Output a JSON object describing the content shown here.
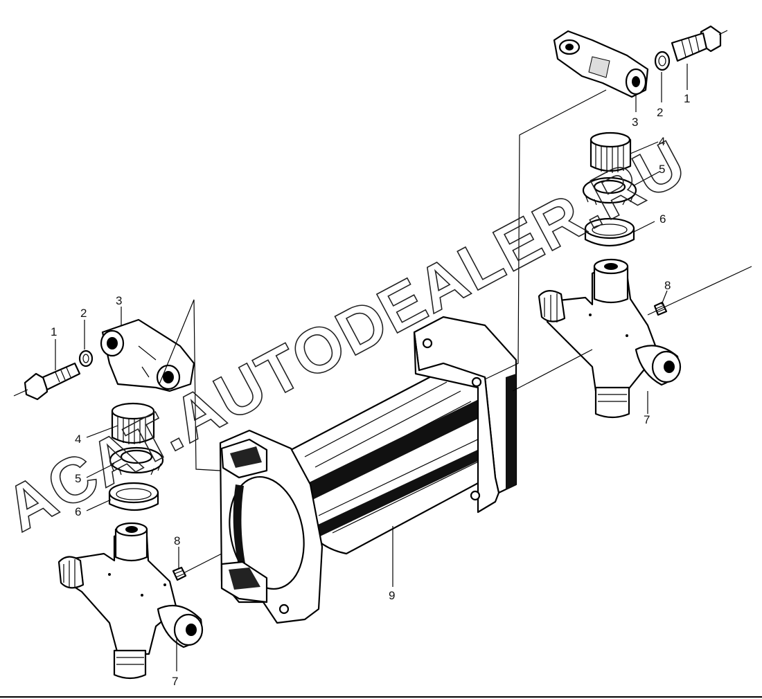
{
  "watermark": "ACAT.AUTODEALER.RU",
  "callouts": {
    "l1": "1",
    "l2": "2",
    "l3": "3",
    "l4": "4",
    "l5": "5",
    "l6": "6",
    "l7": "7",
    "l8": "8",
    "r1": "1",
    "r2": "2",
    "r3": "3",
    "r4": "4",
    "r5": "5",
    "r6": "6",
    "r7": "7",
    "r8": "8",
    "c9": "9"
  }
}
